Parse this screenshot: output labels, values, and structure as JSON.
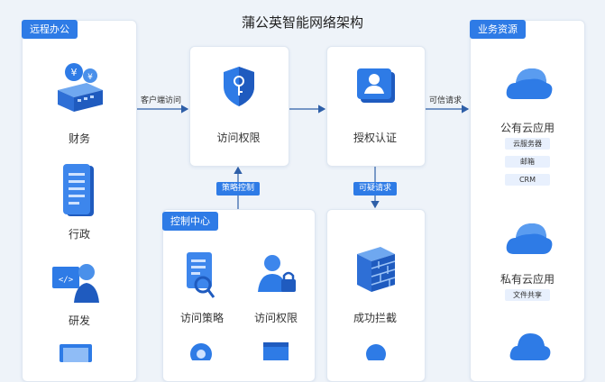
{
  "title": "蒲公英智能网络架构",
  "remote_office": {
    "tag": "远程办公",
    "items": [
      {
        "label": "财务",
        "icon": "finance-server-icon"
      },
      {
        "label": "行政",
        "icon": "document-icon"
      },
      {
        "label": "研发",
        "icon": "developer-icon"
      }
    ]
  },
  "access": {
    "label": "访问权限",
    "icon": "shield-key-icon"
  },
  "auth": {
    "label": "授权认证",
    "icon": "user-badge-icon"
  },
  "control_center": {
    "tag": "控制中心",
    "items": [
      {
        "label": "访问策略",
        "icon": "policy-document-icon"
      },
      {
        "label": "访问权限",
        "icon": "user-lock-icon"
      }
    ]
  },
  "block": {
    "label": "成功拦截",
    "icon": "firewall-icon"
  },
  "business": {
    "tag": "业务资源",
    "public_cloud": {
      "label": "公有云应用",
      "chips": [
        "云服务器",
        "邮箱",
        "CRM"
      ]
    },
    "private_cloud": {
      "label": "私有云应用",
      "chips": [
        "文件共享"
      ]
    }
  },
  "edges": {
    "client_access": "客户端访问",
    "trusted_request": "可信请求",
    "policy_control": "策略控制",
    "suspicious_request": "可疑请求"
  },
  "colors": {
    "accent": "#2e7be6",
    "background": "#eef3f9",
    "panel": "#ffffff"
  }
}
